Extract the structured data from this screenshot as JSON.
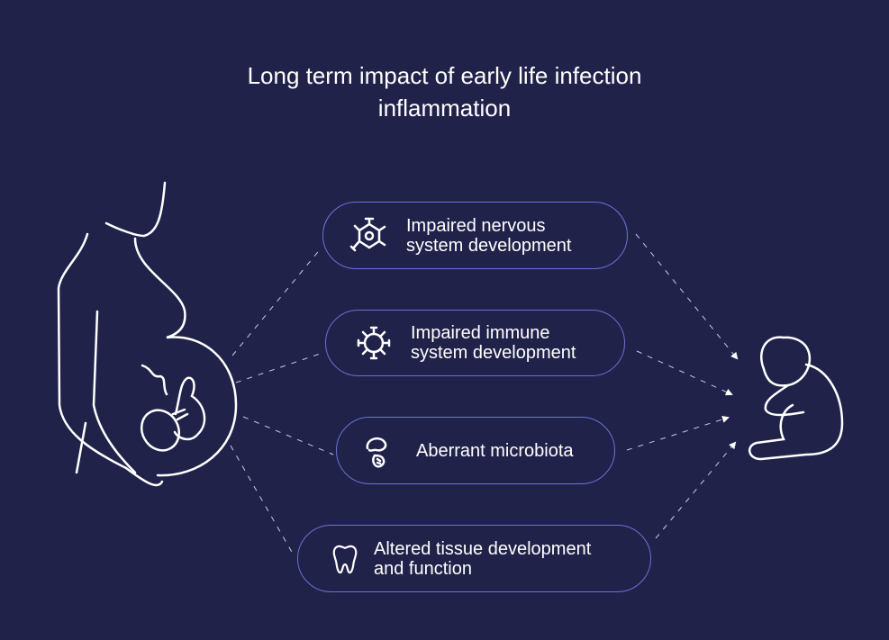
{
  "title": [
    "Long term impact of early life infection",
    "inflammation"
  ],
  "items": [
    {
      "icon": "neuron-icon",
      "lines": [
        "Impaired nervous",
        "system development"
      ]
    },
    {
      "icon": "virus-icon",
      "lines": [
        "Impaired immune",
        "system development"
      ]
    },
    {
      "icon": "microbe-icon",
      "lines": [
        "Aberrant microbiota"
      ]
    },
    {
      "icon": "tooth-icon",
      "lines": [
        "Altered tissue development",
        "and function"
      ]
    }
  ],
  "colors": {
    "background": "#21224a",
    "pill_border": "#6d70d4",
    "line": "#ffffff"
  }
}
